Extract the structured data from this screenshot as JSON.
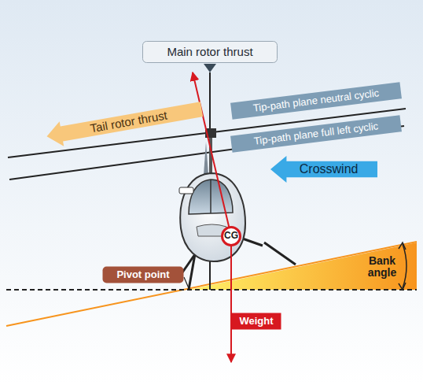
{
  "diagram": {
    "nodes": [
      {
        "text": [
          "Main rotor thrust"
        ]
      },
      {
        "text": [
          "Tip-path plane neutral cyclic"
        ]
      },
      {
        "text": [
          "Tail rotor thrust"
        ]
      },
      {
        "text": [
          "Tip-path plane full left cyclic"
        ]
      },
      {
        "text": [
          "Crosswind"
        ]
      },
      {
        "text": [
          "CG"
        ]
      },
      {
        "text": [
          "Pivot point"
        ]
      },
      {
        "text": [
          "Weight"
        ]
      }
    ],
    "labels": [
      "Bank angle"
    ]
  }
}
